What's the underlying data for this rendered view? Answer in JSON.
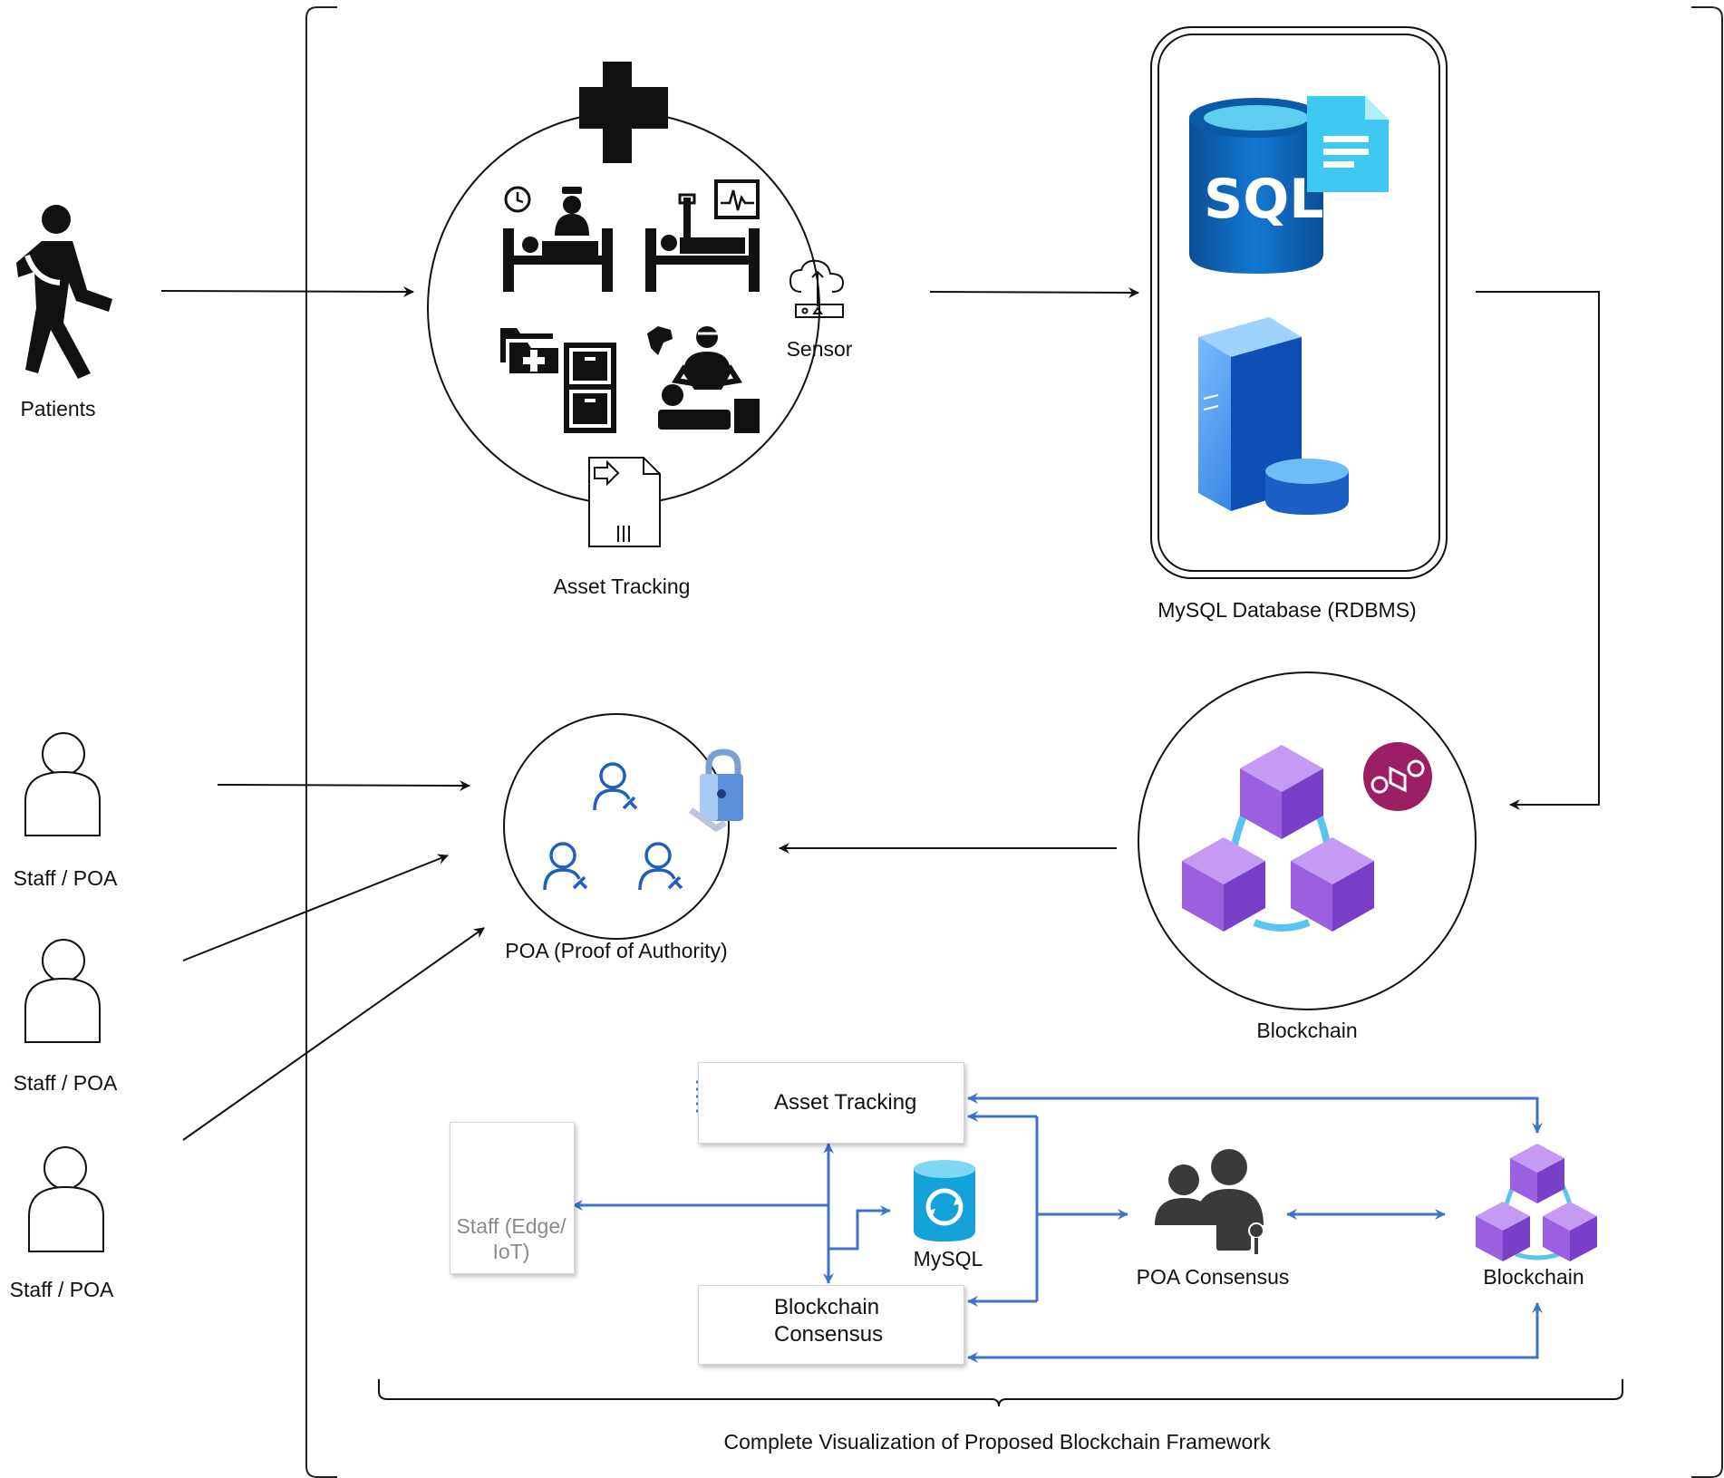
{
  "patients": {
    "label": "Patients"
  },
  "staff": [
    {
      "label": "Staff / POA"
    },
    {
      "label": "Staff / POA"
    },
    {
      "label": "Staff / POA"
    }
  ],
  "asset_tracking": {
    "label": "Asset Tracking",
    "sensor_label": "Sensor"
  },
  "database": {
    "label": "MySQL Database (RDBMS)",
    "sql_text": "SQL"
  },
  "blockchain": {
    "label": "Blockchain"
  },
  "poa": {
    "label": "POA (Proof of Authority)"
  },
  "framework": {
    "asset_tracking": "Asset Tracking",
    "staff_edge_line1": "Staff (Edge/",
    "staff_edge_line2": "IoT)",
    "mysql": "MySQL",
    "consensus_line1": "Blockchain",
    "consensus_line2": "Consensus",
    "poa_consensus": "POA Consensus",
    "blockchain": "Blockchain",
    "caption": "Complete Visualization of Proposed Blockchain Framework"
  },
  "colors": {
    "arrow_blue": "#3d73c9",
    "cube_purple": "#9c5fe0",
    "badge_magenta": "#9b1f62",
    "sql_blue": "#0d6fc4",
    "doc_cyan": "#3fc8f2"
  },
  "icons": [
    "walking-patient-icon",
    "hospital-cross-icon",
    "hospital-bed-icon",
    "patient-monitor-icon",
    "medical-folder-icon",
    "file-cabinet-icon",
    "surgery-icon",
    "document-icon",
    "cloud-sensor-icon",
    "sql-database-icon",
    "server-icon",
    "blockchain-cubes-icon",
    "blockchain-badge-icon",
    "user-icon",
    "user-wrench-icon",
    "padlock-icon",
    "chip-icon",
    "laptop-icon",
    "mysql-icon",
    "users-lock-icon"
  ]
}
